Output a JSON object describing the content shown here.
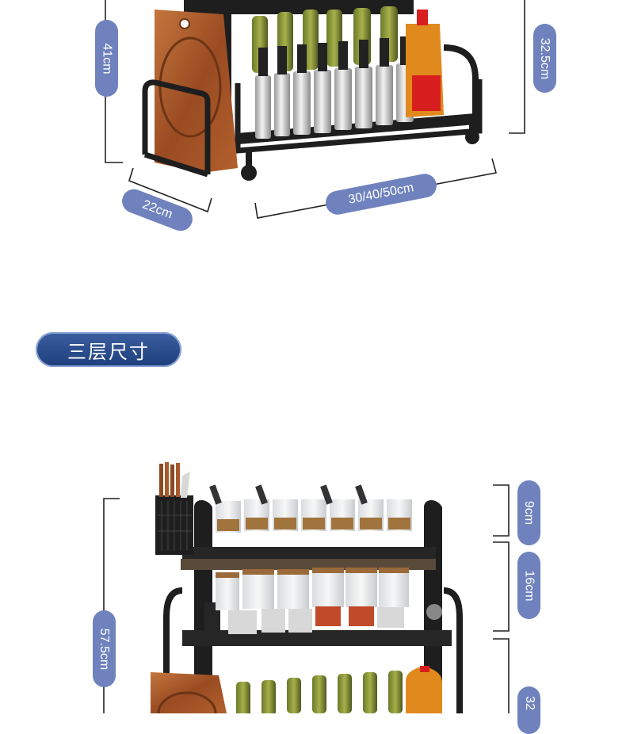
{
  "two_tier": {
    "height_label": "41cm",
    "side_height_label": "32.5cm",
    "depth_label": "22cm",
    "width_label": "30/40/50cm"
  },
  "section_title": "三层尺寸",
  "three_tier": {
    "total_height_label": "57.5cm",
    "top_gap_label": "9cm",
    "middle_gap_label": "16cm",
    "bottom_gap_label_partial": "32"
  },
  "colors": {
    "pill": "#6f82bd",
    "badge": "#2a4b8a",
    "rack": "#1e1e1e",
    "board": "#a5582b"
  }
}
